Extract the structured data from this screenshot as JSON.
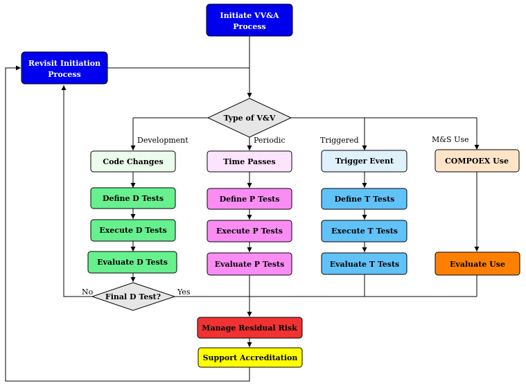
{
  "colors": {
    "initiate": "#0000ee",
    "revisit": "#0000ee",
    "code_changes": "#ecfcec",
    "d_tests": "#66f08e",
    "time_passes": "#fde4fd",
    "p_tests": "#fa8cf4",
    "trigger_event": "#dff1fb",
    "t_tests": "#61c2f8",
    "compoex_use": "#ffe4c8",
    "evaluate_use": "#ff8000",
    "residual_risk": "#f03232",
    "accreditation": "#ffff00",
    "diamond": "#e6e6e6"
  },
  "nodes": {
    "initiate": {
      "line1": "Initiate VV&A",
      "line2": "Process"
    },
    "revisit": {
      "line1": "Revisit Initiation",
      "line2": "Process"
    },
    "type_vv": "Type of V&V",
    "code_changes": "Code Changes",
    "define_d": "Define D Tests",
    "execute_d": "Execute D Tests",
    "evaluate_d": "Evaluate D Tests",
    "final_d": "Final D Test?",
    "time_passes": "Time Passes",
    "define_p": "Define P Tests",
    "execute_p": "Execute P Tests",
    "evaluate_p": "Evaluate P Tests",
    "trigger_event": "Trigger Event",
    "define_t": "Define T Tests",
    "execute_t": "Execute T Tests",
    "evaluate_t": "Evaluate T Tests",
    "compoex_use": "COMPOEX Use",
    "evaluate_use": "Evaluate Use",
    "residual_risk": "Manage Residual Risk",
    "accreditation": "Support Accreditation"
  },
  "edge_labels": {
    "development": "Development",
    "periodic": "Periodic",
    "triggered": "Triggered",
    "ms_use": "M&S Use",
    "no": "No",
    "yes": "Yes"
  }
}
